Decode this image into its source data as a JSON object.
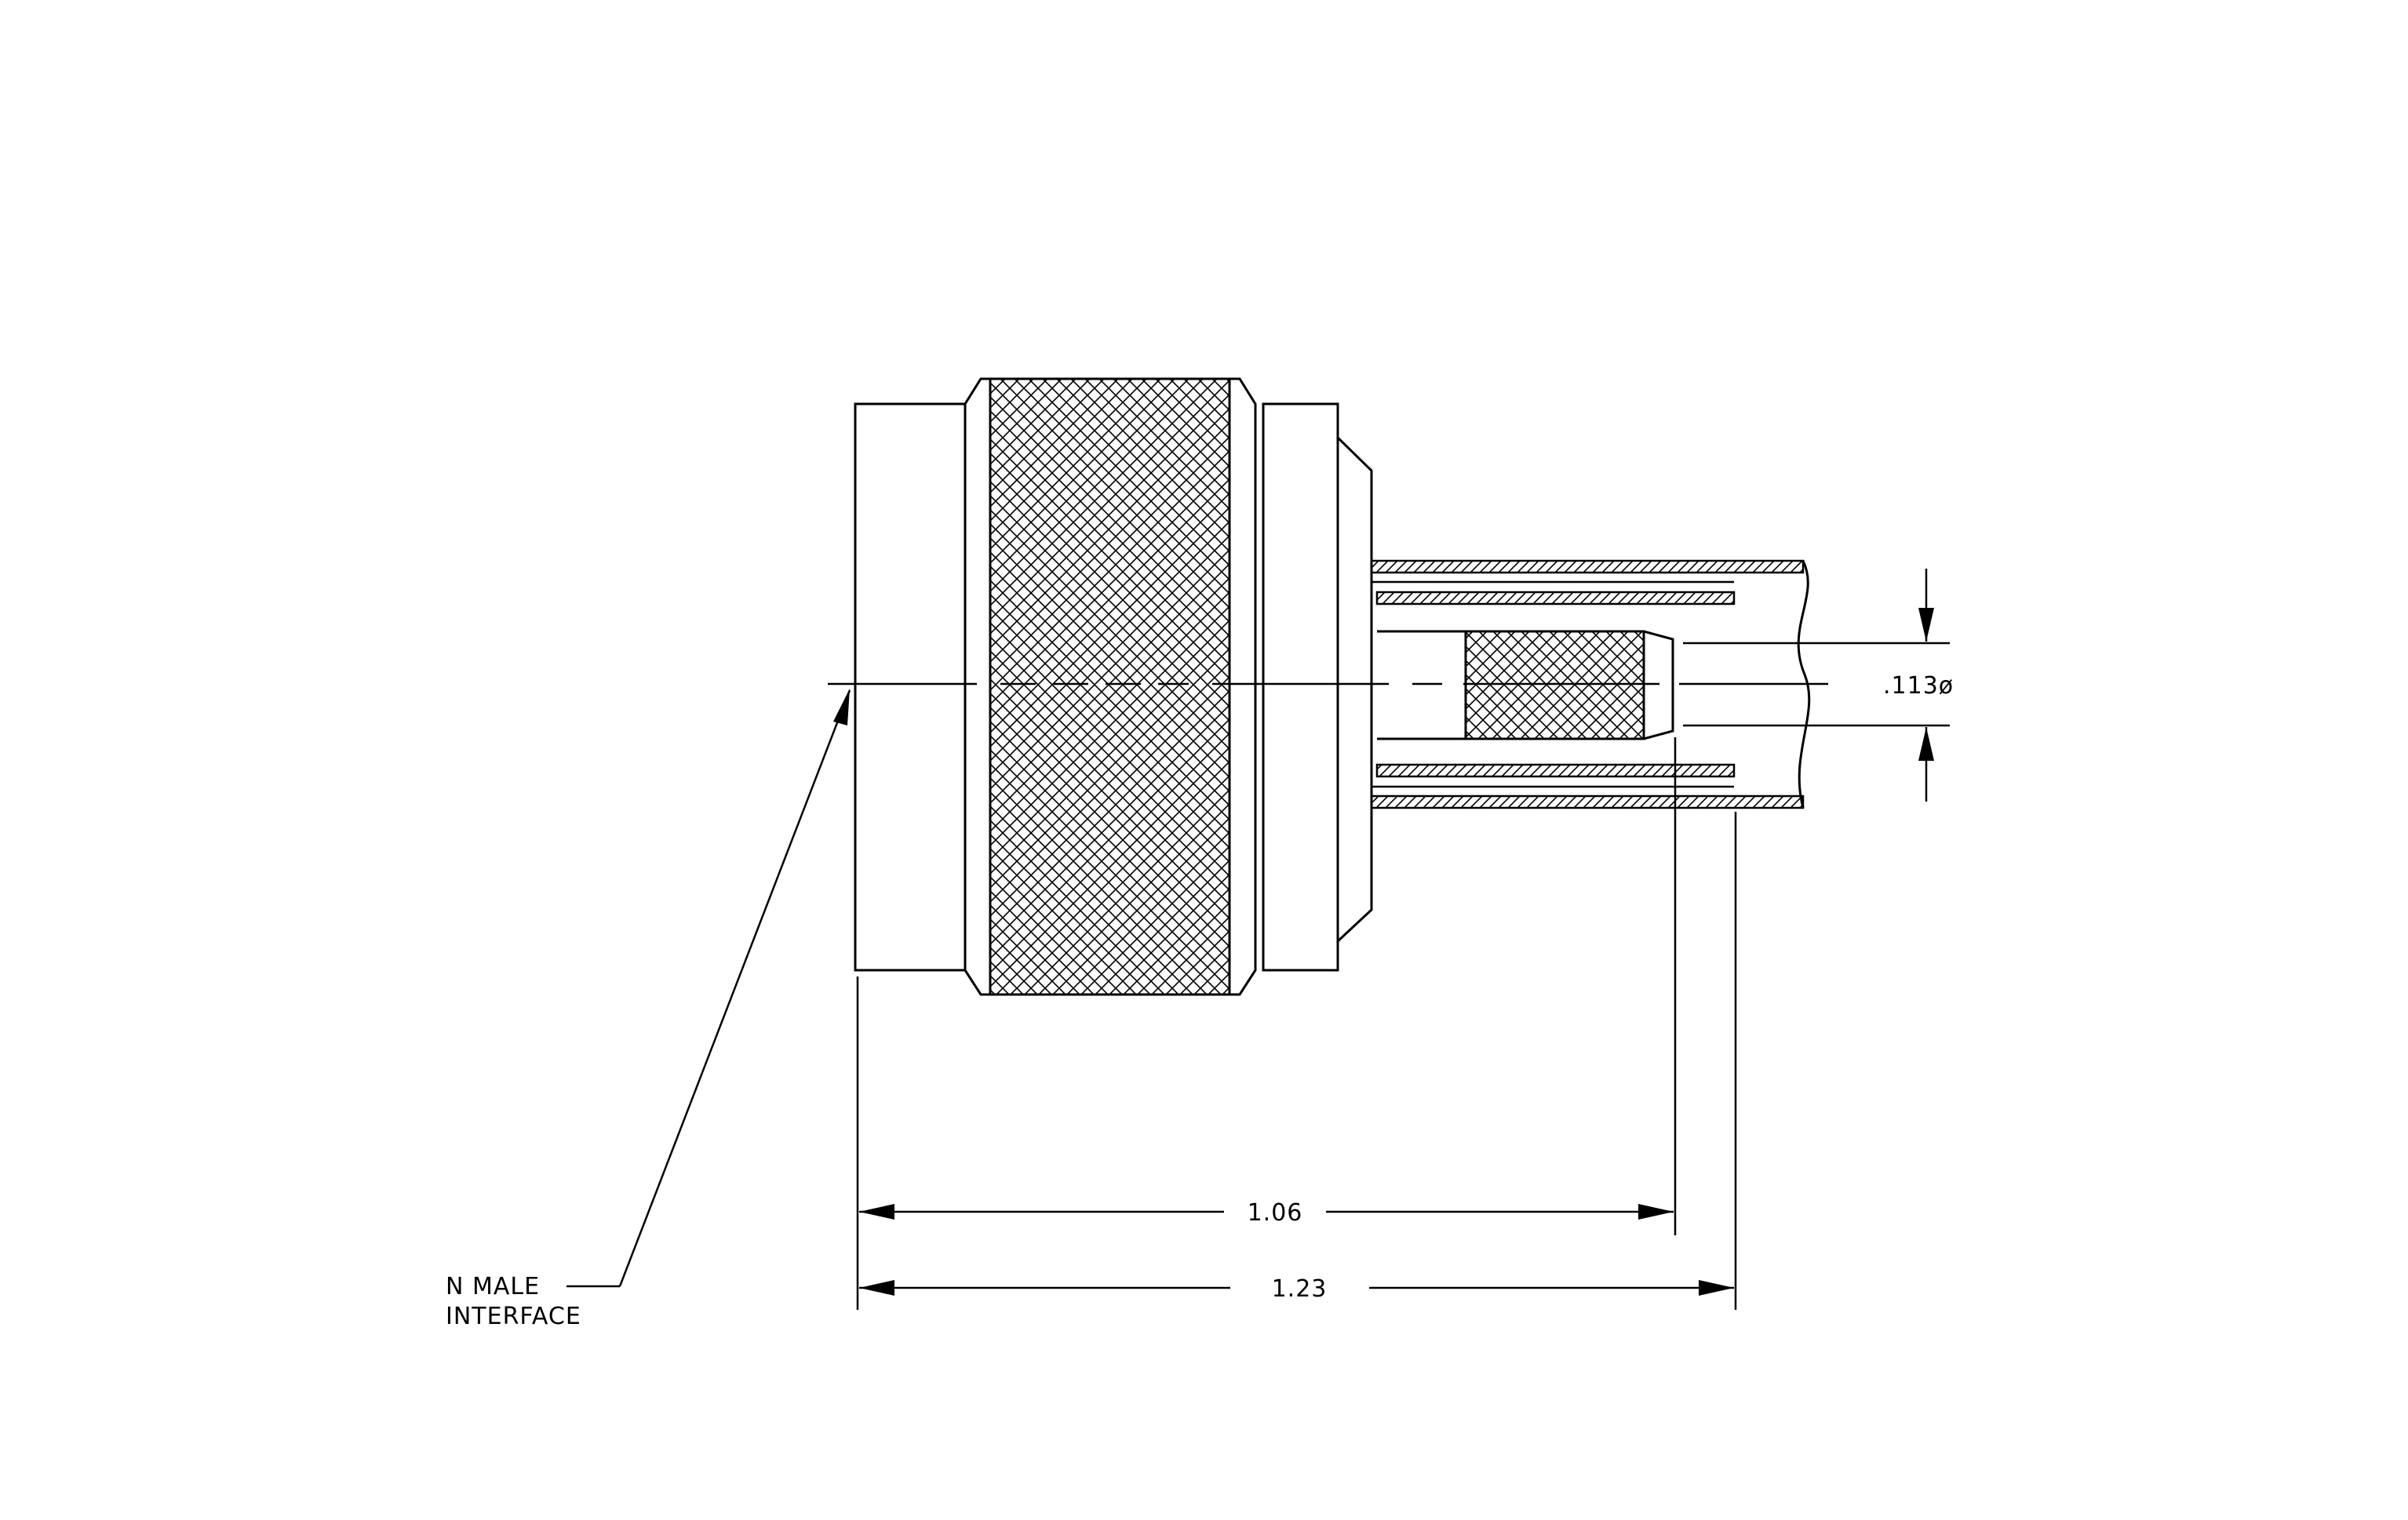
{
  "labels": {
    "interface_line1": "N  MALE",
    "interface_line2": "INTERFACE",
    "dim_short": "1.06",
    "dim_long": "1.23",
    "dim_diameter": ".113ø"
  },
  "colors": {
    "line": "#000000",
    "background": "#ffffff"
  }
}
